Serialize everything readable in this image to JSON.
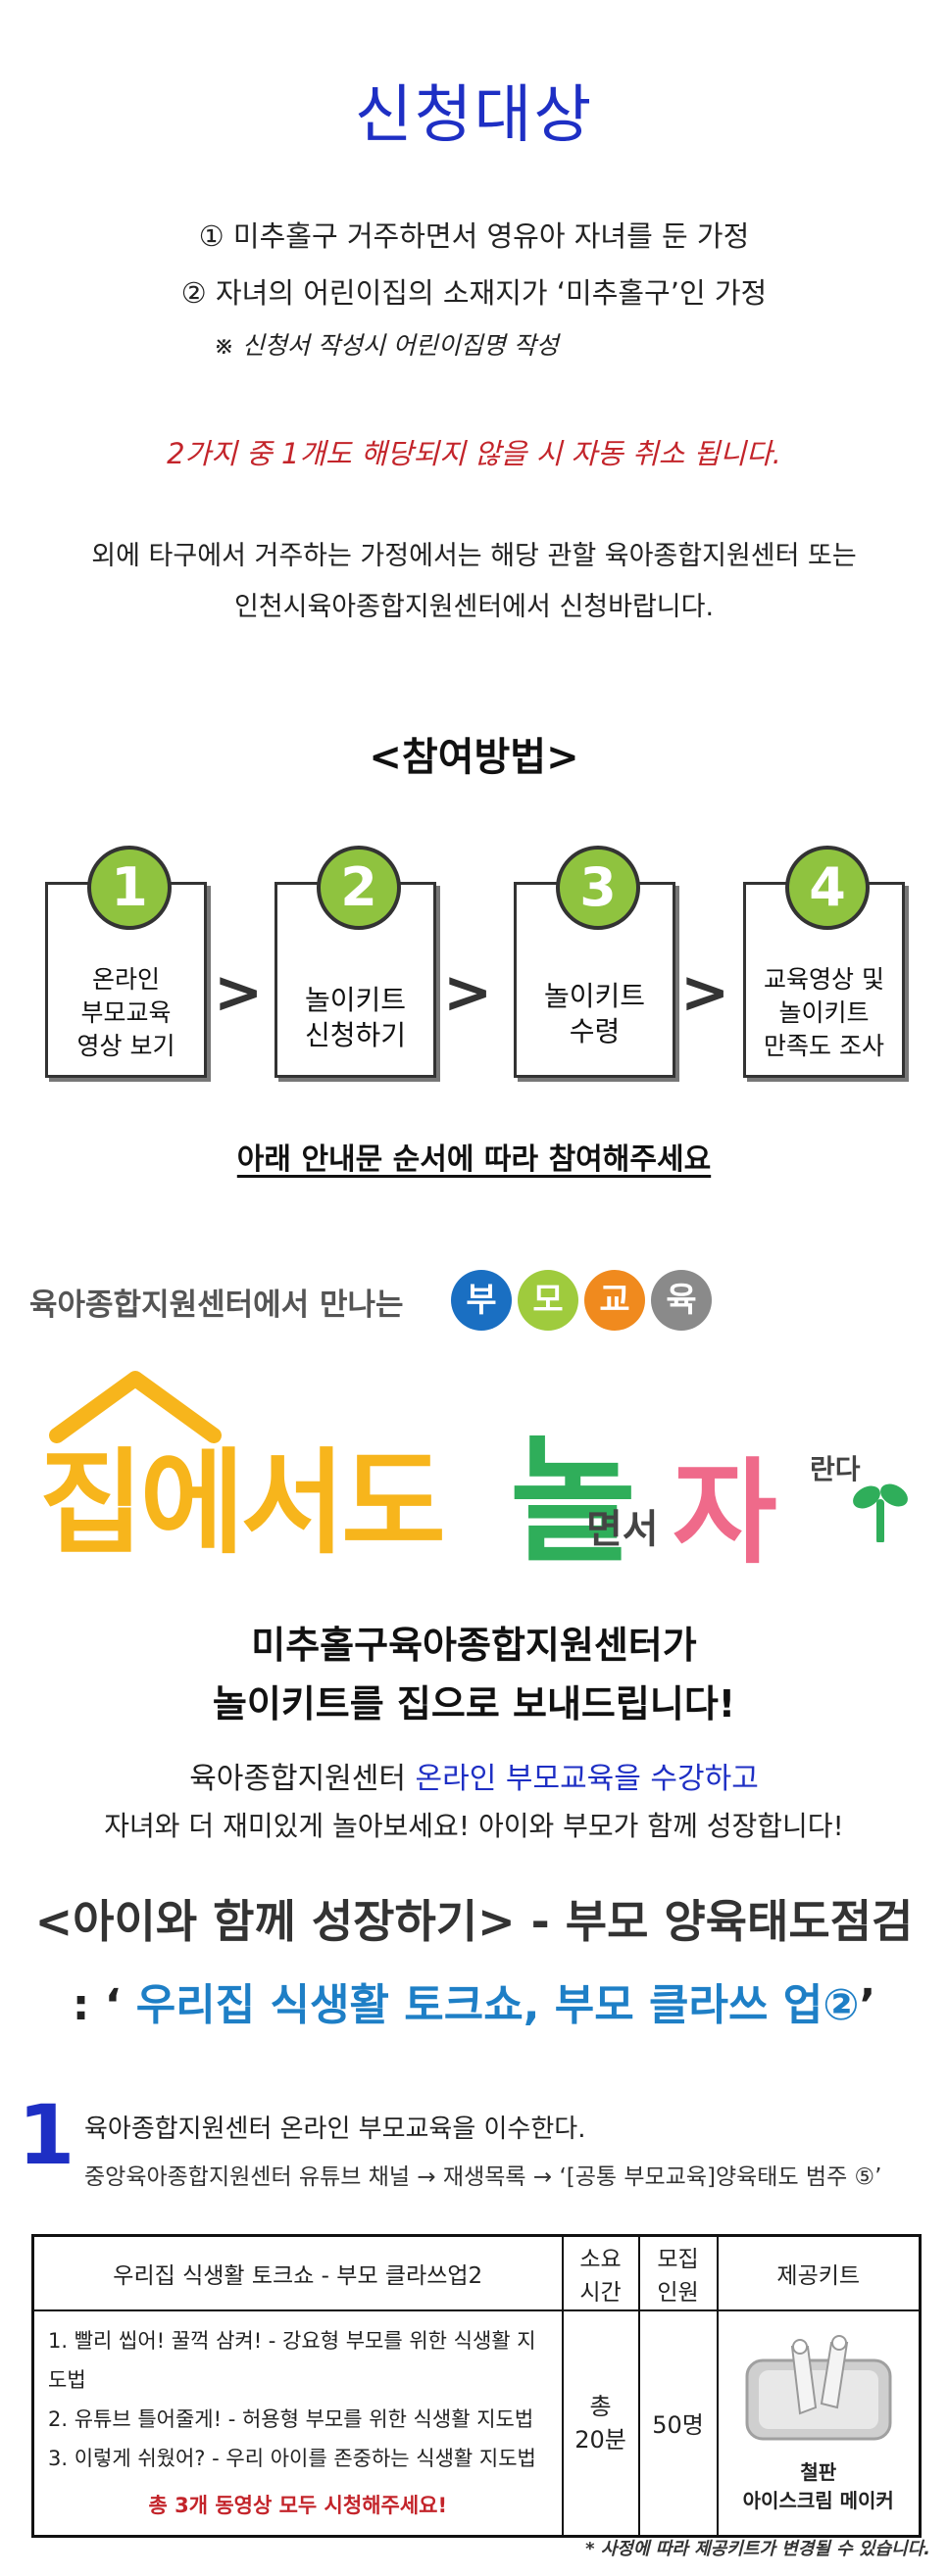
{
  "target": {
    "title": "신청대상",
    "item1": "① 미추홀구 거주하면서 영유아 자녀를 둔 가정",
    "item2": "② 자녀의 어린이집의 소재지가 ‘미추홀구’인 가정",
    "note": "※ 신청서 작성시 어린이집명 작성",
    "warning": "2가지 중 1개도 해당되지 않을 시 자동 취소 됩니다.",
    "info_line1": "외에 타구에서 거주하는 가정에서는 해당 관할 육아종합지원센터 또는",
    "info_line2": "인천시육아종합지원센터에서 신청바랍니다."
  },
  "method": {
    "title": "<참여방법>",
    "steps": [
      {
        "num": "1",
        "label": [
          "온라인",
          "부모교육",
          "영상 보기"
        ]
      },
      {
        "num": "2",
        "label": [
          "놀이키트",
          "신청하기"
        ]
      },
      {
        "num": "3",
        "label": [
          "놀이키트",
          "수령"
        ]
      },
      {
        "num": "4",
        "label": [
          "교육영상 및",
          "놀이키트",
          "만족도 조사"
        ]
      }
    ],
    "arrow": ">",
    "guide": "아래 안내문 순서에 따라 참여해주세요"
  },
  "banner": {
    "lead": "육아종합지원센터에서 만나는",
    "circles": [
      {
        "char": "부",
        "color": "#1a6fc2"
      },
      {
        "char": "모",
        "color": "#9fcb3d"
      },
      {
        "char": "교",
        "color": "#f08a1e"
      },
      {
        "char": "육",
        "color": "#8a8a8a"
      }
    ],
    "big_part1": "집에서도",
    "big_part2": "놀",
    "big_small1": "면서",
    "big_part3": "자",
    "big_small2": "란다",
    "colors": {
      "yellow": "#f7b51c",
      "green": "#2fae5a",
      "pink": "#ef6a8a"
    }
  },
  "message": {
    "line1": "미추홀구육아종합지원센터가",
    "line2": "놀이키트를 집으로 보내드립니다!",
    "sub1_a": "육아종합지원센터 ",
    "sub1_b": "온라인 부모교육을 수강하고",
    "sub2": "자녀와 더 재미있게 놀아보세요! 아이와 부모가 함께 성장합니다!",
    "head1": "<아이와 함께 성장하기> - 부모 양육태도점검",
    "head2_prefix": ": ‘",
    "head2_main": " 우리집 식생활 토크쇼, 부모 클라쓰 업②",
    "head2_suffix": "’"
  },
  "education": {
    "number": "1",
    "line1": "육아종합지원센터 온라인 부모교육을 이수한다.",
    "line2": "중앙육아종합지원센터 유튜브 채널 → 재생목록 → ‘[공통 부모교육]양육태도 범주 ⑤’"
  },
  "table": {
    "headers": [
      "우리집 식생활 토크쇼 - 부모 클라쓰업2",
      "소요\n시간",
      "모집\n인원",
      "제공키트"
    ],
    "items": [
      "1. 빨리 씹어! 꿀꺽 삼켜! - 강요형 부모를 위한 식생활 지도법",
      "2. 유튜브 틀어줄게! - 허용형 부모를 위한 식생활 지도법",
      "3. 이렇게 쉬웠어? - 우리 아이를 존중하는 식생활 지도법"
    ],
    "note": "총 3개 동영상 모두 시청해주세요!",
    "time": "총\n20분",
    "count": "50명",
    "kit_name1": "철판",
    "kit_name2": "아이스크림 메이커"
  },
  "footnote": "* 사정에 따라 제공키트가 변경될 수 있습니다."
}
